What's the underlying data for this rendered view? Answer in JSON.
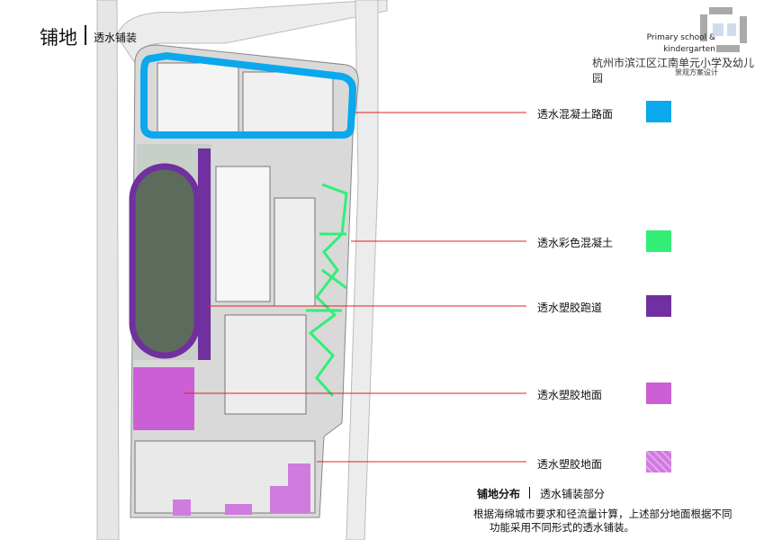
{
  "header": {
    "title": "铺地",
    "subtitle": "透水铺装"
  },
  "brand": {
    "english_line1": "Primary school &",
    "english_line2": "kindergarten",
    "project_name": "杭州市滨江区江南单元小学及幼儿园",
    "project_sub": "景观方案设计"
  },
  "legend": [
    {
      "label": "透水混凝土路面",
      "color": "#0aa8ec",
      "pattern": "solid"
    },
    {
      "label": "透水彩色混凝土",
      "color": "#33ee77",
      "pattern": "solid"
    },
    {
      "label": "透水塑胶跑道",
      "color": "#7030a0",
      "pattern": "solid"
    },
    {
      "label": "透水塑胶地面",
      "color": "#cc5fd6",
      "pattern": "solid"
    },
    {
      "label": "透水塑胶地面",
      "color": "#d07be0",
      "pattern": "hatched"
    }
  ],
  "section": {
    "title": "铺地分布",
    "subtitle": "透水铺装部分",
    "description_line1": "根据海绵城市要求和径流量计算，上述部分地面根据不同",
    "description_line2": "功能采用不同形式的透水铺装。"
  },
  "leader_color": "#e02020"
}
